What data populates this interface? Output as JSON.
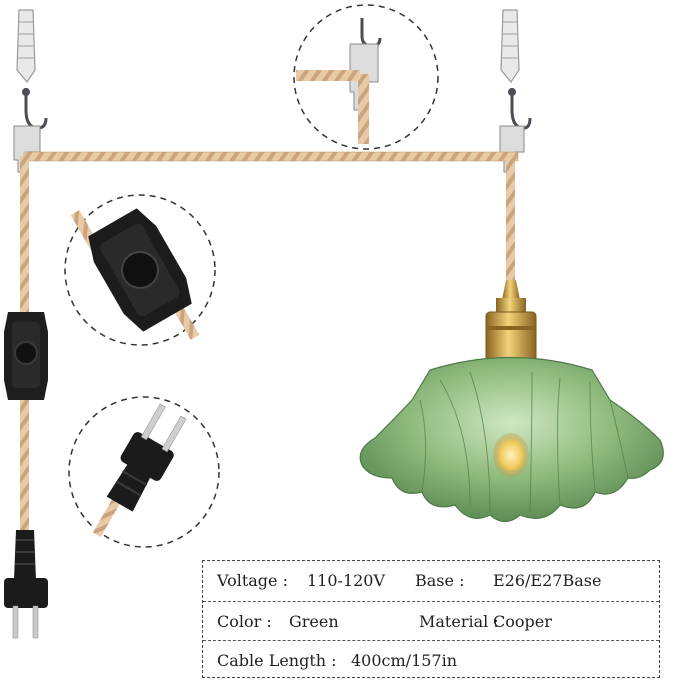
{
  "specs": {
    "voltage_label": "Voltage :",
    "voltage_value": "110-120V",
    "base_label": "Base :",
    "base_value": "E26/E27Base",
    "color_label": "Color :",
    "color_value": "Green",
    "material_label": "Material :",
    "material_value": "Cooper",
    "cable_label": "Cable Length :",
    "cable_value": "400cm/157in"
  },
  "colors": {
    "cord": "#e6c9a3",
    "cord_stripe": "#c9a27a",
    "glass": "#6f9e62",
    "glass_light": "#a9cc98",
    "brass": "#c9a043",
    "dimmer": "#1c1c1c"
  }
}
